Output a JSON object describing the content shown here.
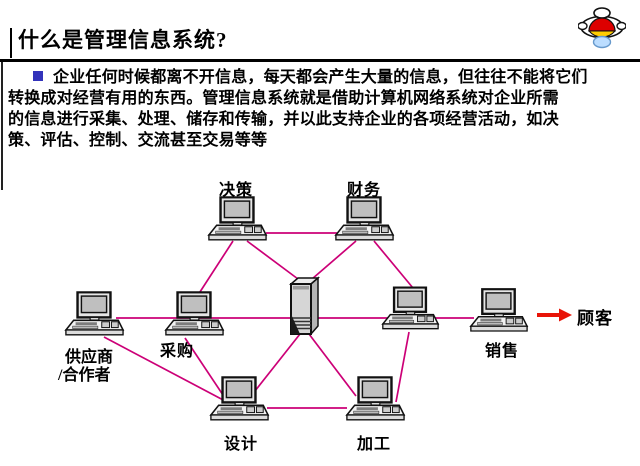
{
  "slide": {
    "title": "什么是管理信息系统?"
  },
  "paragraph": {
    "bullet_icon": "blue-square-bullet",
    "lines": [
      "企业任何时候都离不开信息，每天都会产生大量的信息，但往往不能将它们",
      "转换成对经营有用的东西。管理信息系统就是借助计算机网络系统对企业所需",
      "的信息进行采集、处理、储存和传输，并以此支持企业的各项经营活动，如决",
      "策、评估、控制、交流甚至交易等等"
    ]
  },
  "diagram": {
    "nodes": {
      "decision": "决策",
      "finance": "财务",
      "supplier_line1": "供应商",
      "supplier_line2": "/合作者",
      "procurement": "采购",
      "sales": "销售",
      "design": "设计",
      "processing": "加工",
      "customer": "顾客"
    },
    "colors": {
      "link": "#CC0077",
      "arrow": "#E81408",
      "bullet": "#3333BB"
    }
  }
}
